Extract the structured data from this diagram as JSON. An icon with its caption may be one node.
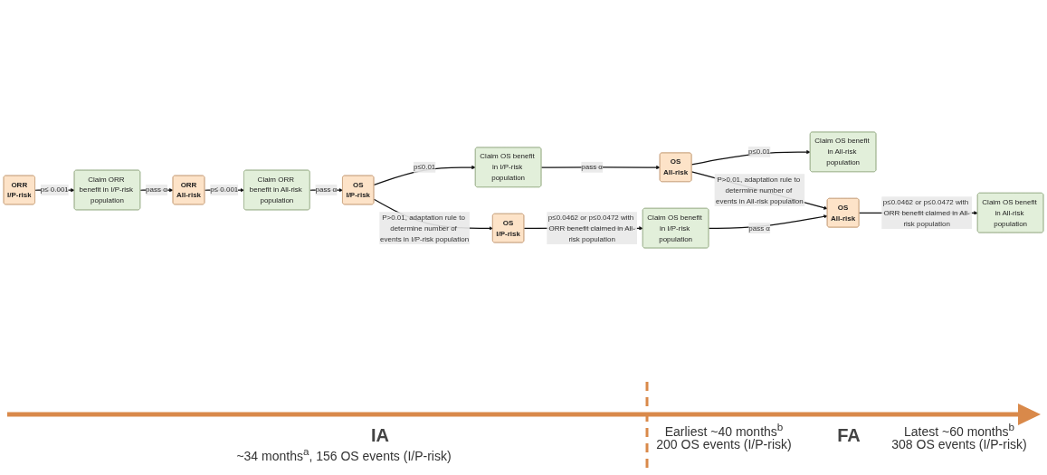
{
  "diagram": {
    "nodes": [
      {
        "text": [
          "ORR",
          "I/P-risk"
        ]
      },
      {
        "text": [
          "Claim ORR benefit in I/P-risk population"
        ]
      },
      {
        "text": [
          "ORR",
          "All-risk"
        ]
      },
      {
        "text": [
          "Claim ORR benefit in All-risk population"
        ]
      },
      {
        "text": [
          "OS",
          "I/P-risk"
        ]
      },
      {
        "text": [
          "Claim OS benefit in I/P-risk population"
        ]
      },
      {
        "text": [
          "OS",
          "All-risk"
        ]
      },
      {
        "text": [
          "Claim OS benefit in All-risk population"
        ]
      },
      {
        "text": [
          "OS",
          "I/P-risk"
        ]
      },
      {
        "text": [
          "Claim OS benefit in I/P-risk population"
        ]
      },
      {
        "text": [
          "OS",
          "All-risk"
        ]
      },
      {
        "text": [
          "Claim OS benefit in All-risk population"
        ]
      }
    ],
    "edges": [
      {
        "from": 0,
        "to": 1,
        "arrow": "to",
        "label": "p≤ 0.001"
      },
      {
        "from": 1,
        "to": 2,
        "arrow": "to",
        "label": "pass α"
      },
      {
        "from": 2,
        "to": 3,
        "arrow": "to",
        "label": "p≤ 0.001"
      },
      {
        "from": 3,
        "to": 4,
        "arrow": "to",
        "label": "pass α"
      },
      {
        "from": 4,
        "to": 5,
        "arrow": "to",
        "label": "p≤0.01"
      },
      {
        "from": 5,
        "to": 6,
        "arrow": "to",
        "label": "pass α"
      },
      {
        "from": 6,
        "to": 7,
        "arrow": "to",
        "label": "p≤0.01"
      },
      {
        "from": 4,
        "to": 8,
        "arrow": "to",
        "label": "P>0.01, adaptation rule to determine number of events in I/P-risk population"
      },
      {
        "from": 8,
        "to": 9,
        "arrow": "to",
        "label": "p≤0.0462 or p≤0.0472 with ORR benefit claimed in All-risk population"
      },
      {
        "from": 9,
        "to": 10,
        "arrow": "to",
        "label": "pass α"
      },
      {
        "from": 6,
        "to": 10,
        "arrow": "to",
        "label": "P>0.01, adaptation rule to determine number of events in All-risk population"
      },
      {
        "from": 10,
        "to": 11,
        "arrow": "to",
        "label": "p≤0.0462 or p≤0.0472 with ORR benefit claimed in All-risk population"
      }
    ],
    "labels": [
      "IA",
      "~34 months$^{a}$, 156 OS events (I/P-risk)",
      "Earliest ~40 months$^{b}$",
      "200 OS events (I/P-risk)",
      "FA",
      "Latest ~60 months$^{b}$",
      "308 OS events (I/P-risk)"
    ]
  }
}
